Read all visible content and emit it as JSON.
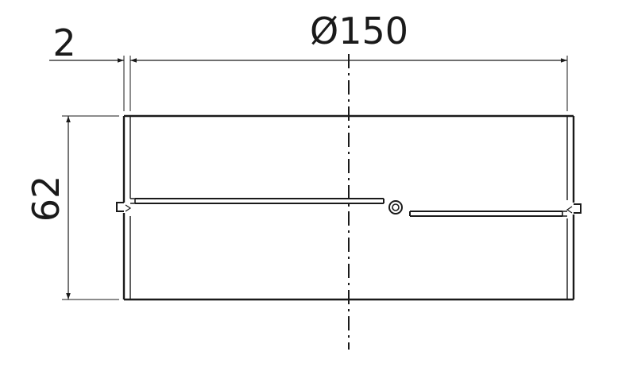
{
  "dimensions": {
    "wall_thickness": "2",
    "diameter": "Ø150",
    "height": "62"
  }
}
